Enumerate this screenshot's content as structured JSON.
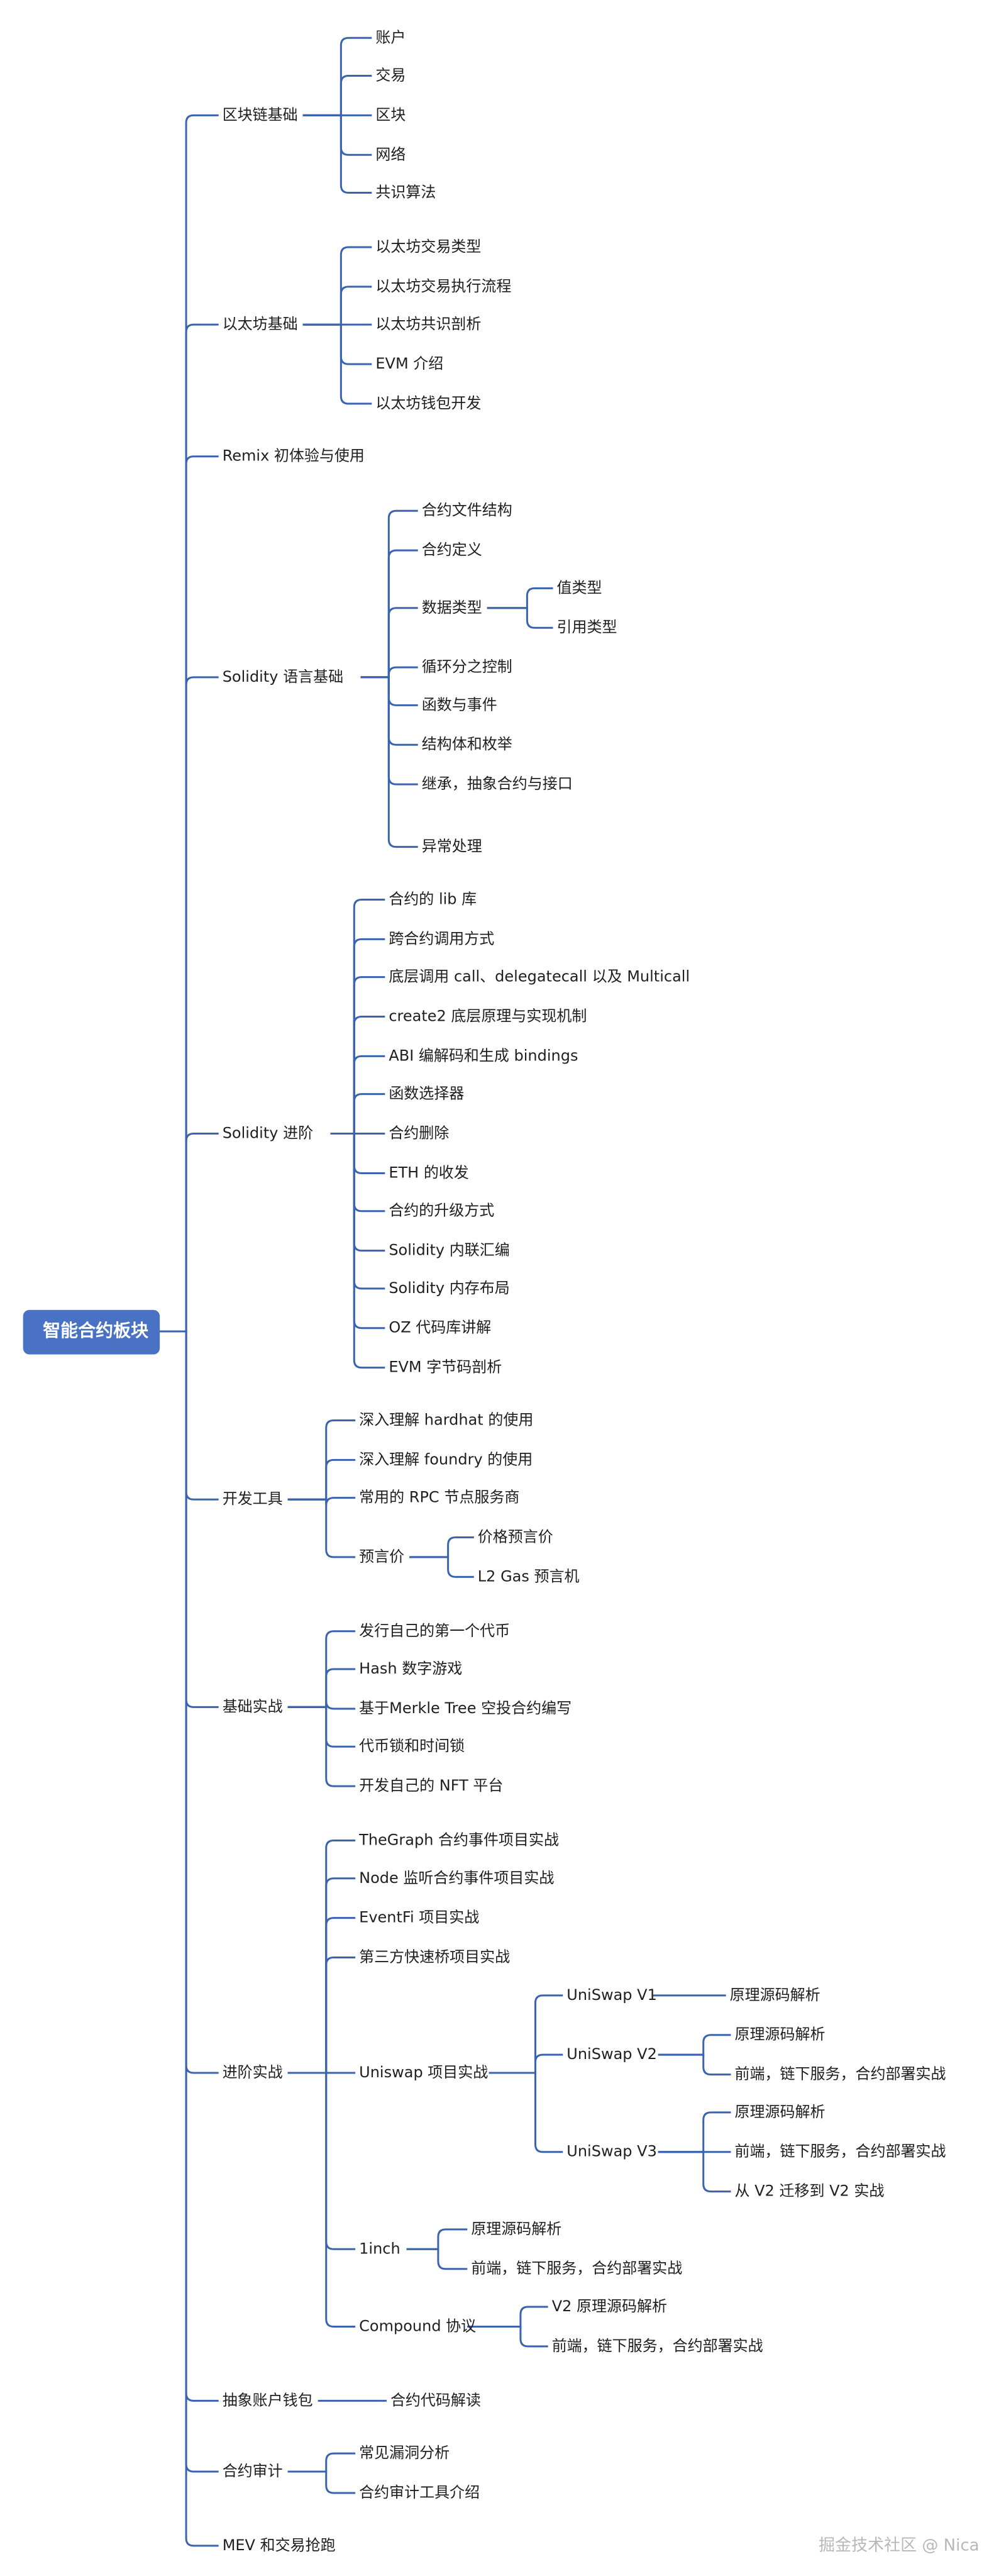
{
  "root": "智能合约板块",
  "watermark": "掘金技术社区 @ Nica",
  "colors": {
    "line": "#3b64b0",
    "root_fill": "#4a72c4"
  },
  "branches": [
    {
      "label": "区块链基础",
      "children": [
        {
          "label": "账户"
        },
        {
          "label": "交易"
        },
        {
          "label": "区块"
        },
        {
          "label": "网络"
        },
        {
          "label": "共识算法"
        }
      ]
    },
    {
      "label": "以太坊基础",
      "children": [
        {
          "label": "以太坊交易类型"
        },
        {
          "label": "以太坊交易执行流程"
        },
        {
          "label": "以太坊共识剖析"
        },
        {
          "label": "EVM 介绍"
        },
        {
          "label": "以太坊钱包开发"
        }
      ]
    },
    {
      "label": "Remix 初体验与使用",
      "children": []
    },
    {
      "label": "Solidity 语言基础",
      "children": [
        {
          "label": "合约文件结构"
        },
        {
          "label": "合约定义"
        },
        {
          "label": "数据类型",
          "children": [
            {
              "label": "值类型"
            },
            {
              "label": "引用类型"
            }
          ]
        },
        {
          "label": "循环分之控制"
        },
        {
          "label": "函数与事件"
        },
        {
          "label": "结构体和枚举"
        },
        {
          "label": "继承，抽象合约与接口"
        },
        {
          "label": "异常处理"
        }
      ]
    },
    {
      "label": "Solidity 进阶",
      "children": [
        {
          "label": "合约的 lib 库"
        },
        {
          "label": "跨合约调用方式"
        },
        {
          "label": "底层调用 call、delegatecall 以及 Multicall"
        },
        {
          "label": "create2 底层原理与实现机制"
        },
        {
          "label": "ABI 编解码和生成 bindings"
        },
        {
          "label": "函数选择器"
        },
        {
          "label": "合约删除"
        },
        {
          "label": "ETH 的收发"
        },
        {
          "label": "合约的升级方式"
        },
        {
          "label": "Solidity 内联汇编"
        },
        {
          "label": "Solidity 内存布局"
        },
        {
          "label": "OZ 代码库讲解"
        },
        {
          "label": "EVM 字节码剖析"
        }
      ]
    },
    {
      "label": "开发工具",
      "children": [
        {
          "label": "深入理解 hardhat 的使用"
        },
        {
          "label": "深入理解 foundry 的使用"
        },
        {
          "label": "常用的 RPC 节点服务商"
        },
        {
          "label": "预言价",
          "children": [
            {
              "label": "价格预言价"
            },
            {
              "label": "L2 Gas 预言机"
            }
          ]
        }
      ]
    },
    {
      "label": "基础实战",
      "children": [
        {
          "label": "发行自己的第一个代币"
        },
        {
          "label": "Hash 数字游戏"
        },
        {
          "label": "基于Merkle Tree 空投合约编写"
        },
        {
          "label": "代币锁和时间锁"
        },
        {
          "label": "开发自己的 NFT 平台"
        }
      ]
    },
    {
      "label": "进阶实战",
      "children": [
        {
          "label": "TheGraph 合约事件项目实战"
        },
        {
          "label": "Node 监听合约事件项目实战"
        },
        {
          "label": "EventFi 项目实战"
        },
        {
          "label": "第三方快速桥项目实战"
        },
        {
          "label": "Uniswap 项目实战",
          "children": [
            {
              "label": "UniSwap V1",
              "children": [
                {
                  "label": "原理源码解析"
                }
              ]
            },
            {
              "label": "UniSwap  V2",
              "children": [
                {
                  "label": "原理源码解析"
                },
                {
                  "label": "前端，链下服务，合约部署实战"
                }
              ]
            },
            {
              "label": "UniSwap  V3",
              "children": [
                {
                  "label": "原理源码解析"
                },
                {
                  "label": "前端，链下服务，合约部署实战"
                },
                {
                  "label": "从 V2 迁移到 V2 实战"
                }
              ]
            }
          ]
        },
        {
          "label": "1inch",
          "children": [
            {
              "label": "原理源码解析"
            },
            {
              "label": "前端，链下服务，合约部署实战"
            }
          ]
        },
        {
          "label": "Compound 协议",
          "children": [
            {
              "label": "V2 原理源码解析"
            },
            {
              "label": "前端，链下服务，合约部署实战"
            }
          ]
        }
      ]
    },
    {
      "label": "抽象账户钱包",
      "children": [
        {
          "label": "合约代码解读"
        }
      ]
    },
    {
      "label": "合约审计",
      "children": [
        {
          "label": "常见漏洞分析"
        },
        {
          "label": "合约审计工具介绍"
        }
      ]
    },
    {
      "label": "MEV 和交易抢跑",
      "children": []
    }
  ]
}
